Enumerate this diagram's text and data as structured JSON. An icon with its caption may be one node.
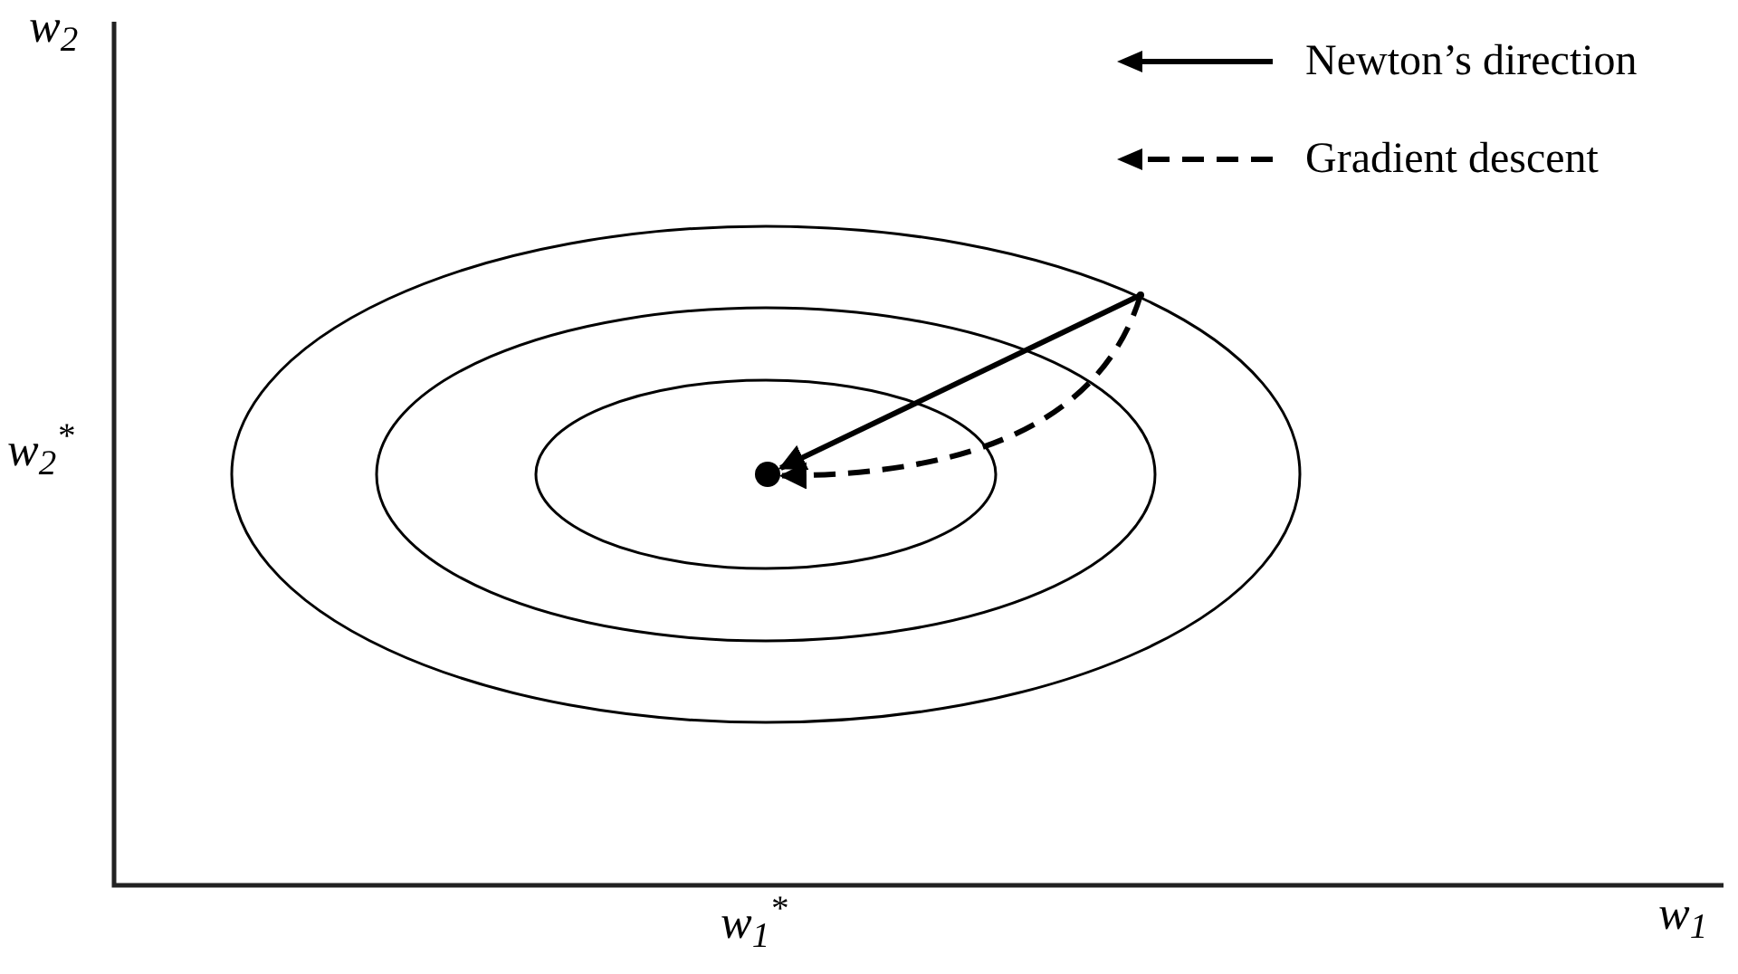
{
  "diagram": {
    "nodes": [
      {
        "text": [],
        "shape": "point"
      },
      {
        "text": [],
        "shape": "circle"
      }
    ],
    "edges": [
      {
        "from": 0,
        "to": 1,
        "arrow": "to"
      },
      {
        "from": 0,
        "to": 1,
        "arrow": "to",
        "style": "dashed"
      }
    ],
    "labels": [
      "w$_{2}$",
      "w$_{2}$$^{*}$",
      "w$_{1}$$^{*}$",
      "w$_{1}$"
    ],
    "legend": [
      {
        "text": "Newton’s direction"
      },
      {
        "text": "Gradient descent"
      }
    ]
  }
}
